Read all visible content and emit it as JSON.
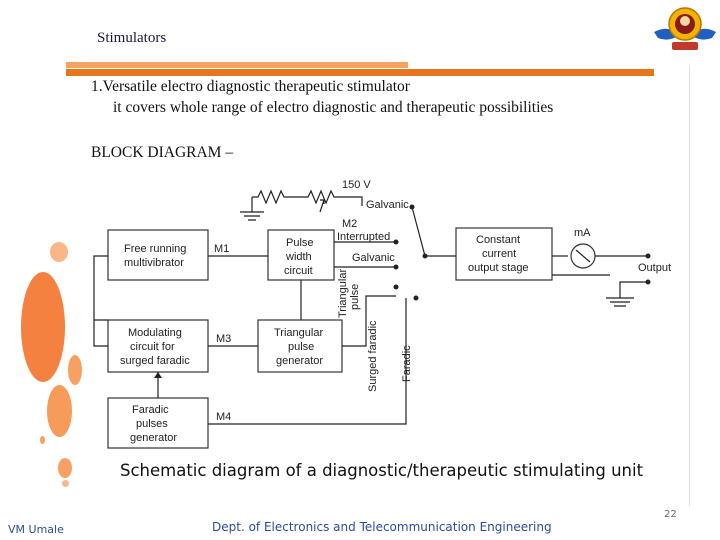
{
  "slide": {
    "title": "Stimulators",
    "point1": "1.Versatile electro diagnostic therapeutic stimulator",
    "point1_sub": "it covers whole range of electro diagnostic and therapeutic possibilities",
    "block_heading": "BLOCK DIAGRAM –",
    "caption": "Schematic diagram of a diagnostic/therapeutic stimulating unit",
    "page_number": "22",
    "author": "VM Umale",
    "department": "Dept. of Electronics and Telecommunication Engineering"
  },
  "diagram": {
    "voltage": "150 V",
    "galvanic_top": "Galvanic",
    "m2": "M2",
    "interrupted": "Interrupted",
    "galvanic": "Galvanic",
    "free_running_1": "Free running",
    "free_running_2": "multivibrator",
    "m1": "M1",
    "pulse_1": "Pulse",
    "pulse_2": "width",
    "pulse_3": "circuit",
    "triangular_pulse_v1": "Triangular",
    "triangular_pulse_v2": "pulse",
    "constant_1": "Constant",
    "constant_2": "current",
    "constant_3": "output stage",
    "ma": "mA",
    "output": "Output",
    "mod_1": "Modulating",
    "mod_2": "circuit for",
    "mod_3": "surged faradic",
    "m3": "M3",
    "tri_1": "Triangular",
    "tri_2": "pulse",
    "tri_3": "generator",
    "surged_faradic": "Surged faradic",
    "faradic_v": "Faradic",
    "far_1": "Faradic",
    "far_2": "pulses",
    "far_3": "generator",
    "m4": "M4"
  },
  "colors": {
    "accent_orange": "#e8741e",
    "light_orange": "#f4a460",
    "footer_blue": "#2b4c9b"
  }
}
